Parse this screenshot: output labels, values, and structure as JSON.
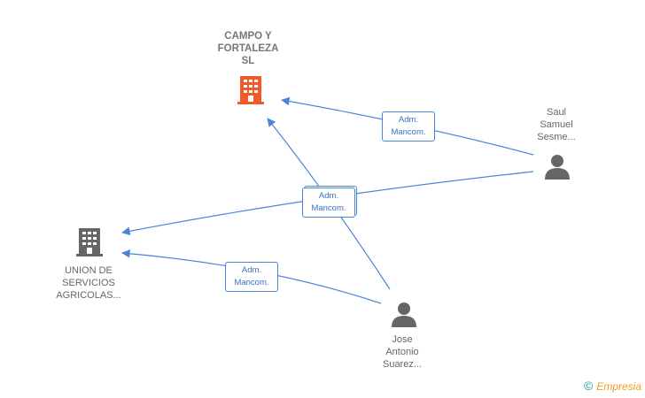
{
  "nodes": {
    "campo": {
      "label_lines": [
        "CAMPO Y",
        "FORTALEZA",
        "SL"
      ],
      "icon": "building-icon",
      "color": "#f05a28"
    },
    "union": {
      "label_lines": [
        "UNION DE",
        "SERVICIOS",
        "AGRICOLAS..."
      ],
      "icon": "building-icon",
      "color": "#666666"
    },
    "saul": {
      "label_lines": [
        "Saul",
        "Samuel",
        "Sesme..."
      ],
      "icon": "person-icon",
      "color": "#666666"
    },
    "jose": {
      "label_lines": [
        "Jose",
        "Antonio",
        "Suarez..."
      ],
      "icon": "person-icon",
      "color": "#666666"
    }
  },
  "relations": [
    {
      "from": "saul",
      "to": "campo",
      "label": [
        "Adm.",
        "Mancom."
      ]
    },
    {
      "from": "saul",
      "to": "union",
      "label": [
        "Adm.",
        "Mancom."
      ]
    },
    {
      "from": "jose",
      "to": "campo",
      "label": [
        "Adm.",
        "Mancom."
      ]
    },
    {
      "from": "jose",
      "to": "union",
      "label": [
        "Adm.",
        "Mancom."
      ]
    }
  ],
  "colors": {
    "edge": "#4a86d8",
    "accent": "#f05a28"
  },
  "footer": {
    "copyright": "©",
    "brand": "Empresia"
  }
}
